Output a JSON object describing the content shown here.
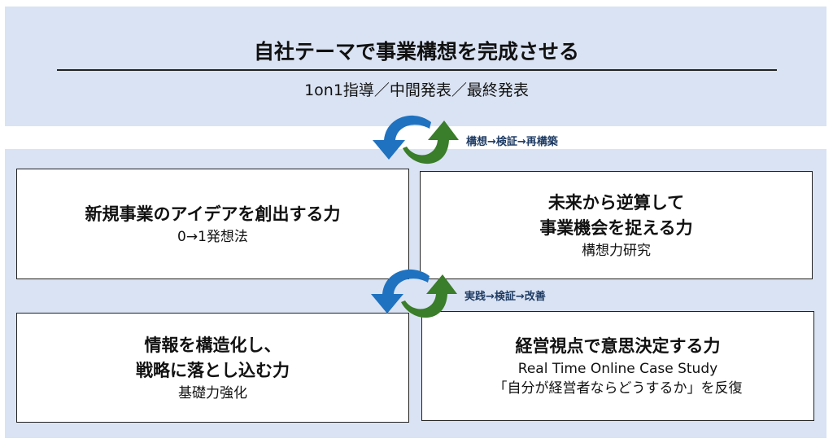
{
  "header": {
    "title": "自社テーマで事業構想を完成させる",
    "subtitle": "1on1指導／中間発表／最終発表"
  },
  "cycles": [
    {
      "label": "構想→検証→再構築"
    },
    {
      "label": "実践→検証→改善"
    }
  ],
  "boxes": [
    {
      "heading": [
        "新規事業のアイデアを創出する力"
      ],
      "sub": [
        "0→1発想法"
      ]
    },
    {
      "heading": [
        "未来から逆算して",
        "事業機会を捉える力"
      ],
      "sub": [
        "構想力研究"
      ]
    },
    {
      "heading": [
        "情報を構造化し、",
        "戦略に落とし込む力"
      ],
      "sub": [
        "基礎力強化"
      ]
    },
    {
      "heading": [
        "経営視点で意思決定する力"
      ],
      "sub": [
        "Real Time Online Case Study",
        "「自分が経営者ならどうするか」を反復"
      ]
    }
  ],
  "colors": {
    "panel": "#dae3f3",
    "blue_arrow": "#1f72c0",
    "green_arrow": "#3a7d2a",
    "label": "#1f3c64"
  }
}
